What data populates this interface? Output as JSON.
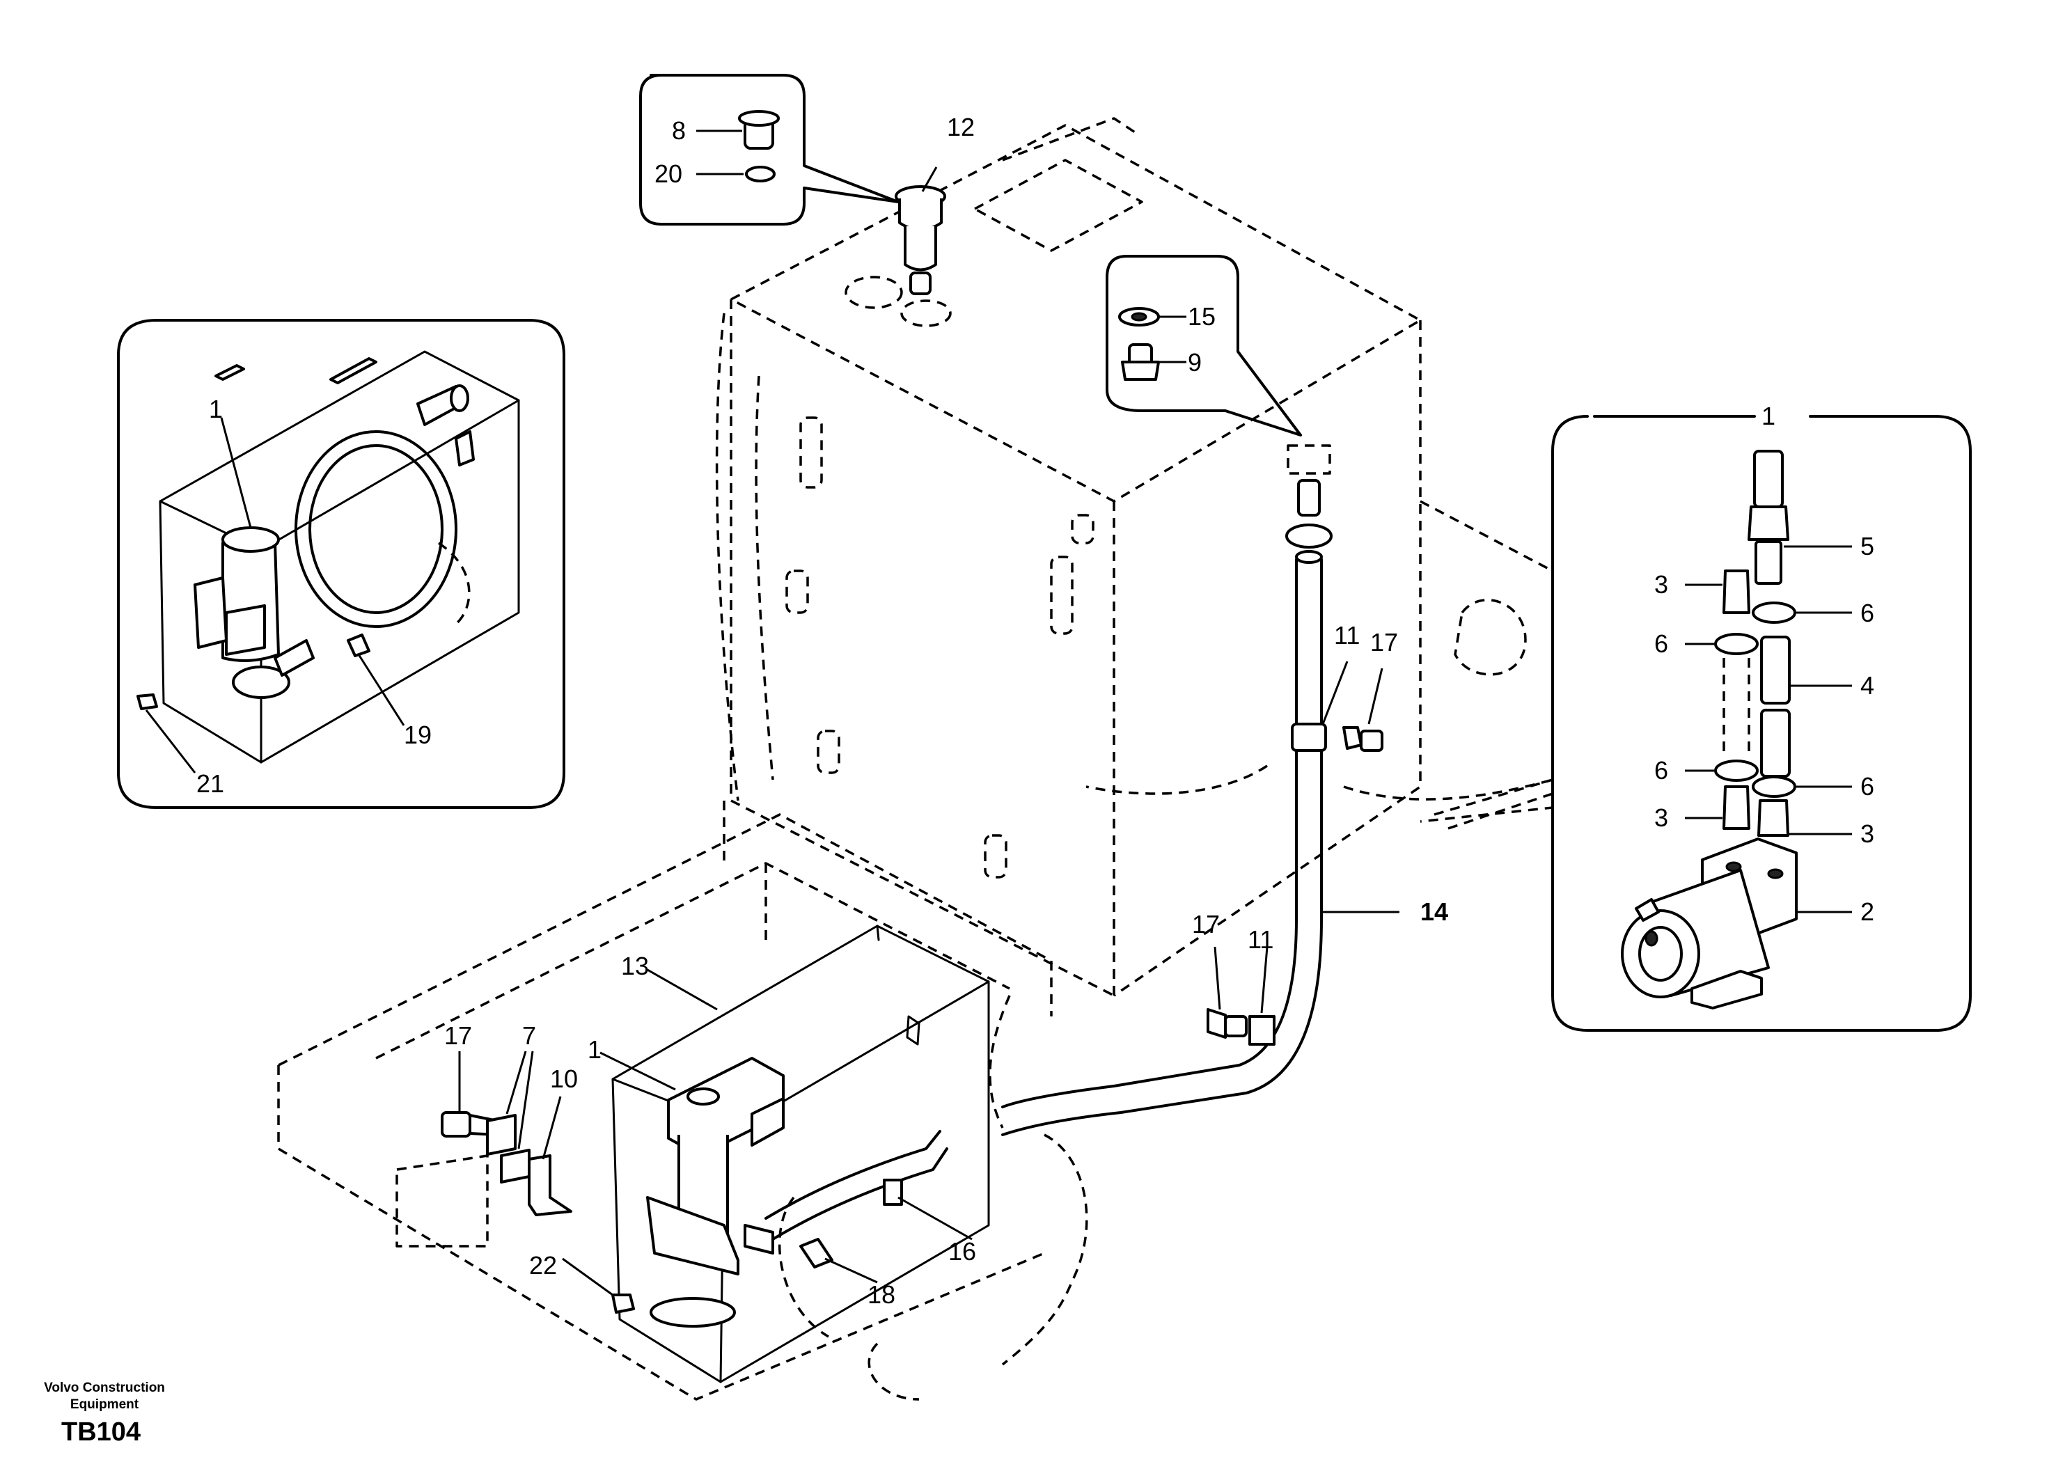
{
  "footer": {
    "brand_line1": "Volvo Construction",
    "brand_line2": "Equipment",
    "figure_code": "TB104"
  },
  "callouts": {
    "c8": "8",
    "c20": "20",
    "c12": "12",
    "c15": "15",
    "c9": "9",
    "c1_left": "1",
    "c19": "19",
    "c21": "21",
    "c1_right": "1",
    "c5": "5",
    "c3_a": "3",
    "c6_a": "6",
    "c6_b": "6",
    "c4": "4",
    "c6_c": "6",
    "c6_d": "6",
    "c3_b": "3",
    "c3_c": "3",
    "c2": "2",
    "c11_top": "11",
    "c17_top": "17",
    "c14": "14",
    "c17_mid": "17",
    "c11_mid": "11",
    "c13": "13",
    "c1_main": "1",
    "c17_left": "17",
    "c7": "7",
    "c10": "10",
    "c16": "16",
    "c18": "18",
    "c22": "22"
  }
}
